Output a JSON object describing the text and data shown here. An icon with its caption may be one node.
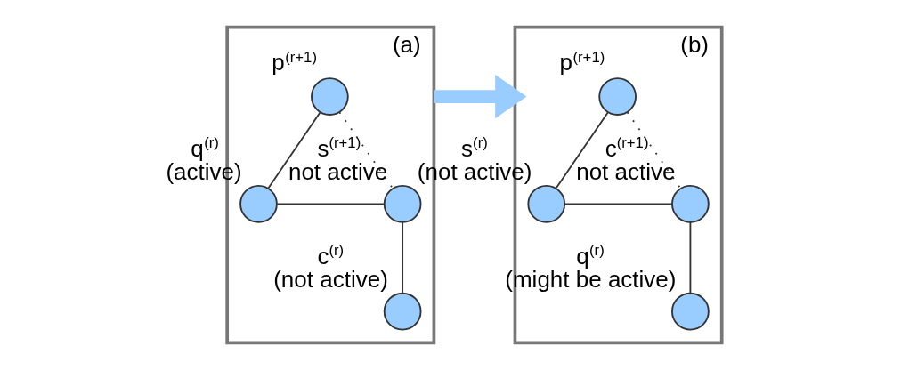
{
  "diagram": {
    "nodes": [
      {
        "text": [
          "(a)"
        ]
      },
      {
        "text": [],
        "shape": "circle",
        "in": 0,
        "beside": [
          "p$^{(r+1)}$"
        ]
      },
      {
        "text": [],
        "shape": "circle",
        "in": 0,
        "beside": [
          "q$^{(r)}$",
          "(active)"
        ]
      },
      {
        "text": [],
        "shape": "circle",
        "in": 0,
        "beside": [
          "s$^{(r+1)}$",
          "not active"
        ]
      },
      {
        "text": [],
        "shape": "circle",
        "in": 0,
        "beside": [
          "c$^{(r)}$",
          "(not active)"
        ]
      },
      {
        "text": [
          "(b)"
        ]
      },
      {
        "text": [],
        "shape": "circle",
        "in": 5,
        "beside": [
          "p$^{(r+1)}$"
        ]
      },
      {
        "text": [],
        "shape": "circle",
        "in": 5,
        "beside": [
          "s$^{(r)}$",
          "(not active)"
        ]
      },
      {
        "text": [],
        "shape": "circle",
        "in": 5,
        "beside": [
          "c$^{(r+1)}$",
          "not active"
        ]
      },
      {
        "text": [],
        "shape": "circle",
        "in": 5,
        "beside": [
          "q$^{(r)}$",
          "(might be active)"
        ]
      }
    ],
    "edges": [
      {
        "from": 1,
        "to": 2,
        "arrow": "none"
      },
      {
        "from": 2,
        "to": 3,
        "arrow": "none"
      },
      {
        "from": 3,
        "to": 4,
        "arrow": "none"
      },
      {
        "from": 1,
        "to": 3,
        "arrow": "none",
        "style": "dashed"
      },
      {
        "from": 0,
        "to": 5,
        "arrow": "to",
        "style": "thick",
        "color": "#99ccff"
      },
      {
        "from": 6,
        "to": 7,
        "arrow": "none"
      },
      {
        "from": 7,
        "to": 8,
        "arrow": "none"
      },
      {
        "from": 8,
        "to": 9,
        "arrow": "none"
      },
      {
        "from": 6,
        "to": 8,
        "arrow": "none",
        "style": "dashed"
      }
    ]
  }
}
